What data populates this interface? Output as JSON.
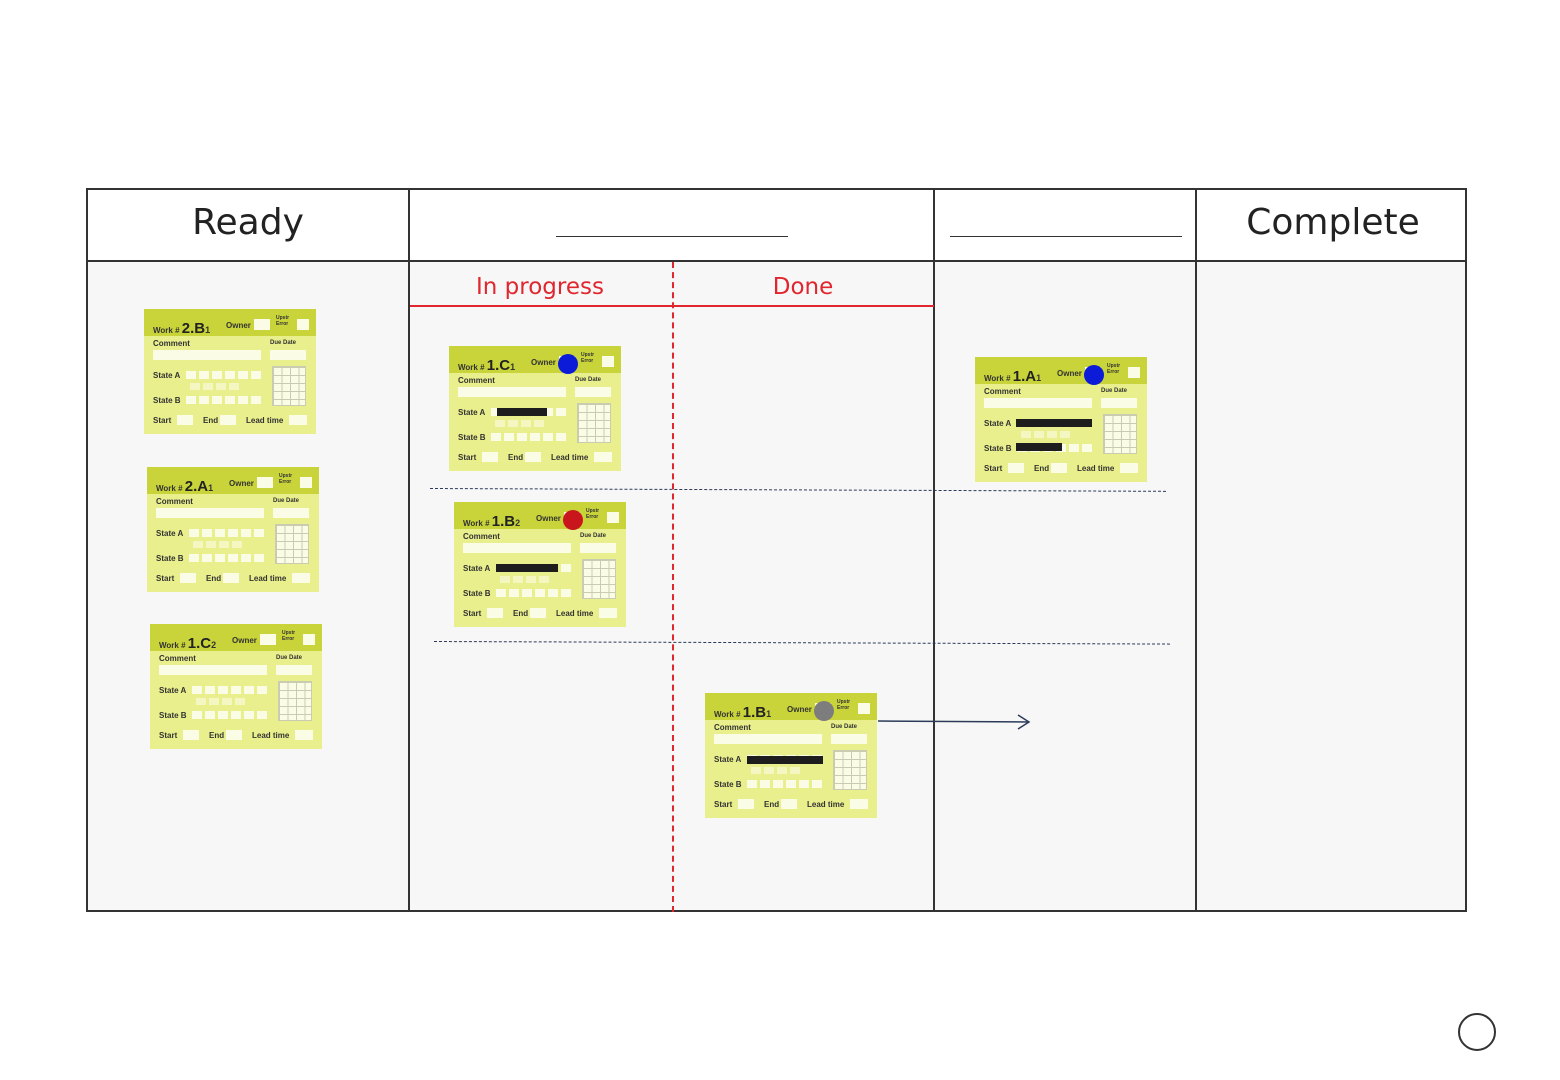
{
  "board": {
    "columns": [
      {
        "title": "Ready"
      },
      {
        "title": ""
      },
      {
        "title": ""
      },
      {
        "title": "Complete"
      }
    ],
    "sub_columns": [
      "In progress",
      "Done"
    ]
  },
  "card_labels": {
    "work": "Work #",
    "owner": "Owner",
    "upstr": "Upstr",
    "error": "Error",
    "comment": "Comment",
    "due_date": "Due Date",
    "state_a": "State A",
    "state_b": "State B",
    "start": "Start",
    "end": "End",
    "lead_time": "Lead time"
  },
  "cards": [
    {
      "id": "2.B",
      "num": "2.B",
      "sub": "1",
      "owner_dot": null
    },
    {
      "id": "2.A",
      "num": "2.A",
      "sub": "1",
      "owner_dot": null
    },
    {
      "id": "1.C2",
      "num": "1.C",
      "sub": "2",
      "owner_dot": null
    },
    {
      "id": "1.C1",
      "num": "1.C",
      "sub": "1",
      "owner_dot": "#0b1bd8"
    },
    {
      "id": "1.B2",
      "num": "1.B",
      "sub": "2",
      "owner_dot": "#c9161d"
    },
    {
      "id": "1.B1",
      "num": "1.B",
      "sub": "1",
      "owner_dot": "#7d7d7d"
    },
    {
      "id": "1.A1",
      "num": "1.A",
      "sub": "1",
      "owner_dot": "#0b1bd8"
    }
  ],
  "colors": {
    "card_bg": "#e9ef8c",
    "card_header": "#c9d43a",
    "sub_lane": "#e0262e",
    "swimlane": "#2c3b5a"
  }
}
